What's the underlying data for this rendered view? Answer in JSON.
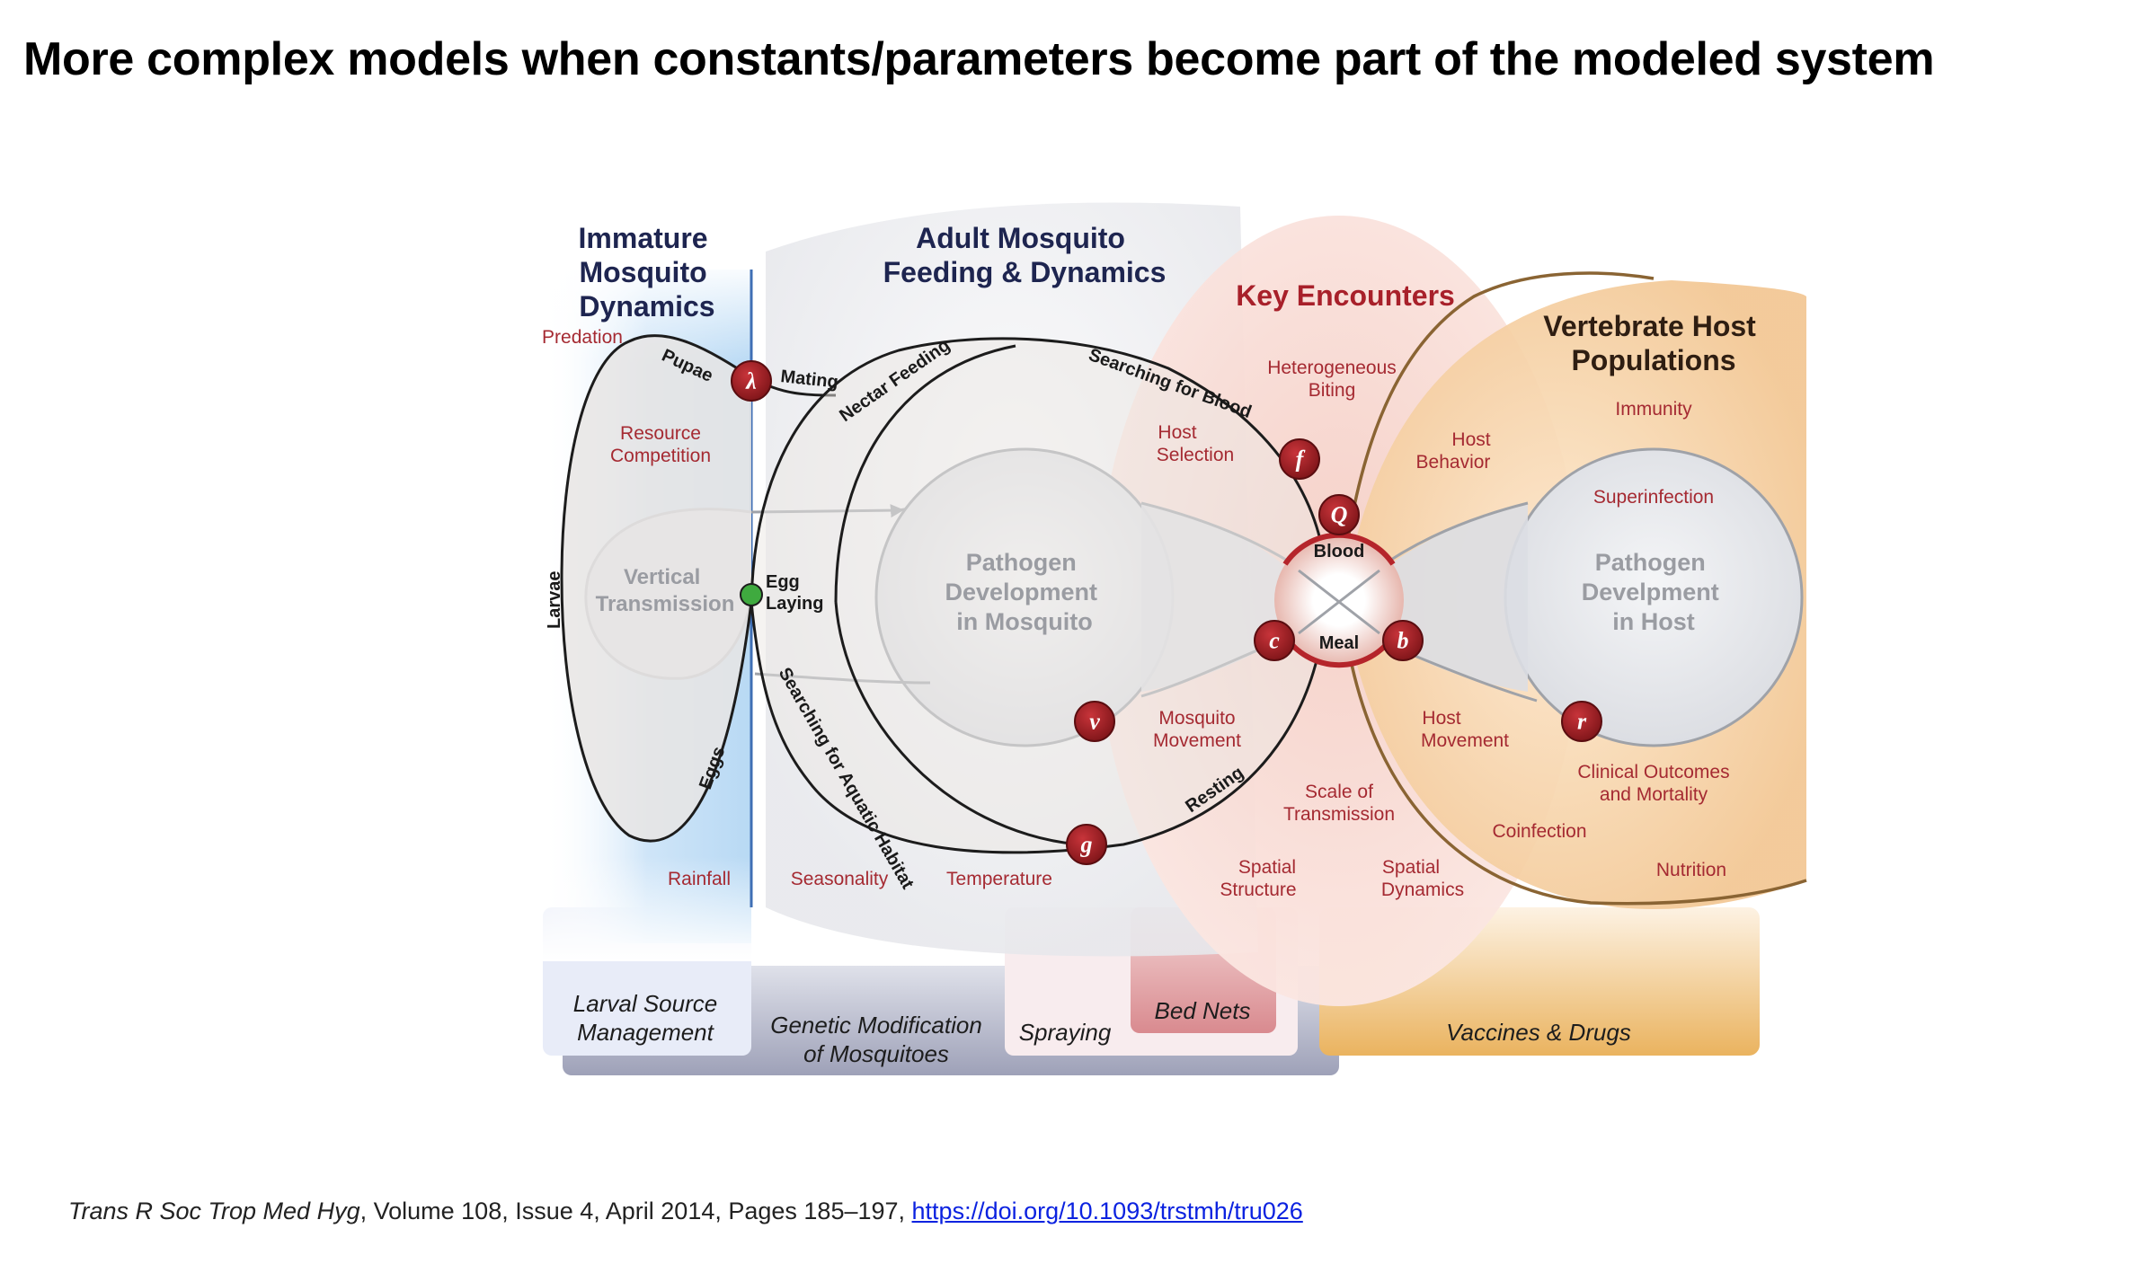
{
  "slide": {
    "title": "More complex models when constants/parameters become part of the modeled system"
  },
  "diagram": {
    "sections": {
      "immature": [
        "Immature",
        "Mosquito",
        "Dynamics"
      ],
      "adult": [
        "Adult Mosquito",
        "Feeding & Dynamics"
      ],
      "encounters": "Key Encounters",
      "vertebrate": [
        "Vertebrate Host",
        "Populations"
      ]
    },
    "cycle_labels": {
      "pupae": "Pupae",
      "mating": "Mating",
      "nectar_feeding": "Nectar Feeding",
      "searching_blood": "Searching for Blood",
      "larvae": "Larvae",
      "eggs": "Eggs",
      "egg_laying": [
        "Egg",
        "Laying"
      ],
      "searching_aquatic": "Searching for Aquatic Habitat",
      "resting": "Resting",
      "blood": "Blood",
      "meal": "Meal"
    },
    "pathogen_labels": {
      "vertical": [
        "Vertical",
        "Transmission"
      ],
      "mosquito": [
        "Pathogen",
        "Development",
        "in Mosquito"
      ],
      "host": [
        "Pathogen",
        "Develpment",
        "in Host"
      ]
    },
    "factors": {
      "predation": "Predation",
      "resource_competition": [
        "Resource",
        "Competition"
      ],
      "heterogeneous_biting": [
        "Heterogeneous",
        "Biting"
      ],
      "host_selection": [
        "Host",
        "Selection"
      ],
      "host_behavior": [
        "Host",
        "Behavior"
      ],
      "immunity": "Immunity",
      "superinfection": "Superinfection",
      "mosquito_movement": [
        "Mosquito",
        "Movement"
      ],
      "host_movement": [
        "Host",
        "Movement"
      ],
      "clinical": [
        "Clinical Outcomes",
        "and Mortality"
      ],
      "scale": [
        "Scale of",
        "Transmission"
      ],
      "coinfection": "Coinfection",
      "spatial_structure": [
        "Spatial",
        "Structure"
      ],
      "spatial_dynamics": [
        "Spatial",
        "Dynamics"
      ],
      "nutrition": "Nutrition",
      "rainfall": "Rainfall",
      "seasonality": "Seasonality",
      "temperature": "Temperature"
    },
    "parameters": {
      "lambda": "λ",
      "f": "f",
      "Q": "Q",
      "c": "c",
      "b": "b",
      "v": "v",
      "g": "g",
      "r": "r"
    },
    "interventions": {
      "larval": [
        "Larval Source",
        "Management"
      ],
      "genetic": [
        "Genetic Modification",
        "of Mosquitoes"
      ],
      "spraying": "Spraying",
      "bed_nets": "Bed Nets",
      "vaccines": "Vaccines & Drugs"
    },
    "colors": {
      "param_red": "#a01e24",
      "factor_red": "#a52a32",
      "title_navy": "#1e2550",
      "egg_green": "#3faa3f"
    }
  },
  "citation": {
    "journal": "Trans R Soc Trop Med Hyg",
    "details": ", Volume 108, Issue 4, April 2014, Pages 185–197, ",
    "link_text": "https://doi.org/10.1093/trstmh/tru026"
  }
}
